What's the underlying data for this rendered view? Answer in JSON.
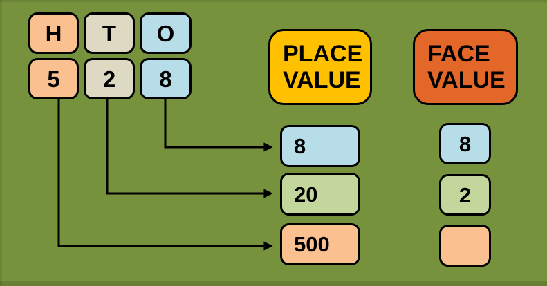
{
  "diagram": {
    "background_color": "#77923D",
    "border_color": "#000000"
  },
  "digit_grid": {
    "columns": [
      {
        "letter": "H",
        "digit": "5",
        "color": "#FAC090"
      },
      {
        "letter": "T",
        "digit": "2",
        "color": "#DDD9C3"
      },
      {
        "letter": "O",
        "digit": "8",
        "color": "#B7DEE8"
      }
    ]
  },
  "headers": {
    "place_value": {
      "line1": "PLACE",
      "line2": "VALUE",
      "color": "#FFC000"
    },
    "face_value": {
      "line1": "FACE",
      "line2": "VALUE",
      "color": "#E4672A"
    }
  },
  "place_values": [
    {
      "value": "8",
      "color": "#B7DEE8"
    },
    {
      "value": "20",
      "color": "#C3D69B"
    },
    {
      "value": "500",
      "color": "#FAC090"
    }
  ],
  "face_values": [
    {
      "value": "8",
      "color": "#B7DEE8"
    },
    {
      "value": "2",
      "color": "#C3D69B"
    },
    {
      "value": "",
      "color": "#FAC090"
    }
  ]
}
